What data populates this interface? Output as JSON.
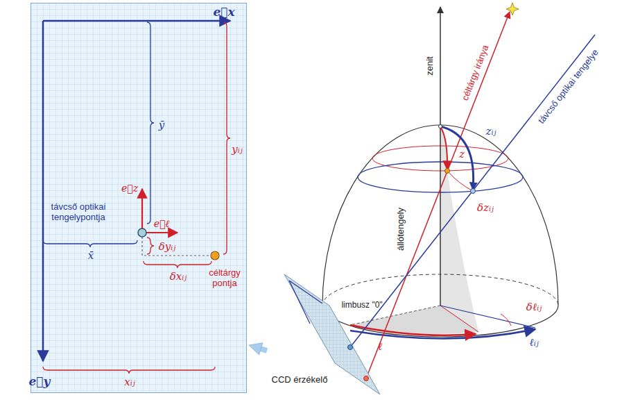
{
  "diagram": {
    "nodes": [
      {
        "text": [
          "e⃗x",
          "e⃗y",
          "ȳ",
          "x̄",
          "e⃗z",
          "e⃗ℓ",
          "távcső optikai tengelypontja",
          "δyᵢⱼ",
          "δxᵢⱼ",
          "yᵢⱼ",
          "xᵢⱼ",
          "céltárgy pontja"
        ]
      },
      {
        "text": [
          "CCD érzékelő"
        ]
      }
    ],
    "edges": [
      {
        "from": 1,
        "to": 0,
        "arrow": "to"
      }
    ],
    "labels": [
      "zenit",
      "céltárgy iránya",
      "távcső optikai tengelye",
      "z",
      "zᵢⱼ",
      "δzᵢⱼ",
      "állótengely",
      "limbusz \"0\"",
      "δℓᵢⱼ",
      "ℓ",
      "ℓᵢⱼ"
    ]
  }
}
